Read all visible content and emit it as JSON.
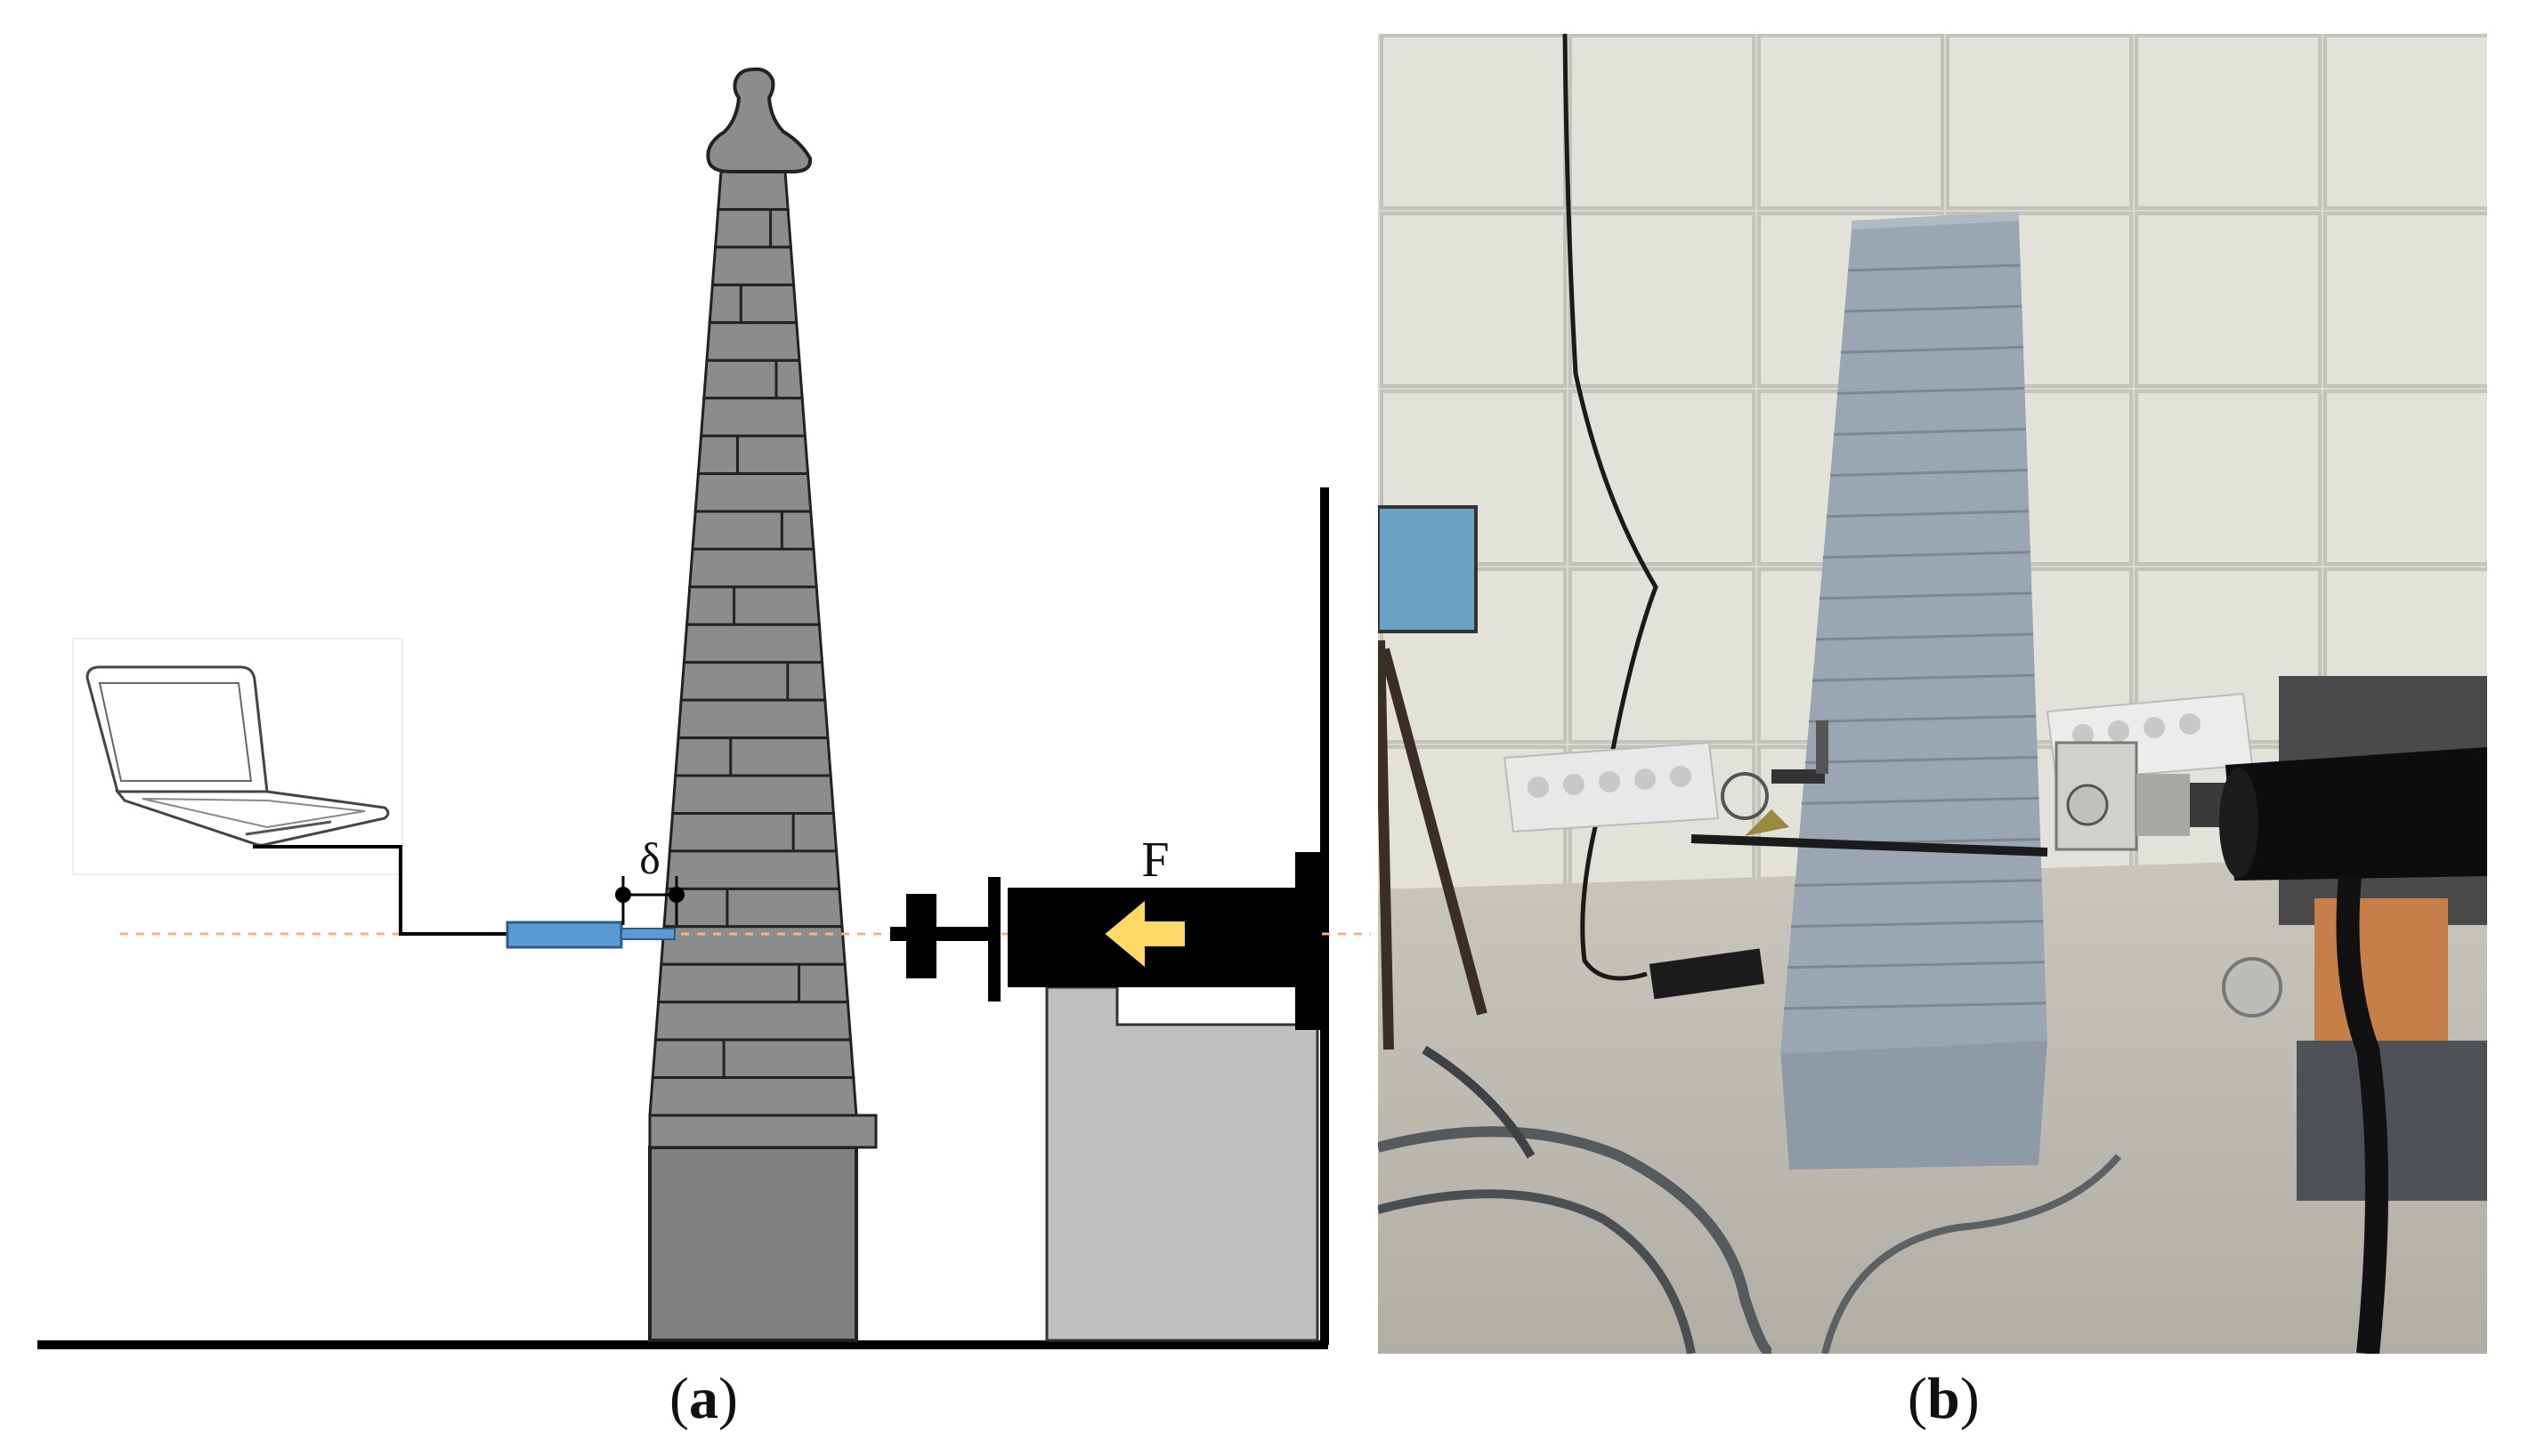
{
  "panel_a": {
    "caption_open": "(",
    "caption_letter": "a",
    "caption_close": ")",
    "displacement_symbol": "δ",
    "force_symbol": "F",
    "colors": {
      "brick_fill": "#8c8c8c",
      "brick_stroke": "#222222",
      "base_fill": "#808080",
      "sensor_blue": "#5b9bd5",
      "force_arrow": "#ffd966",
      "axis_dash": "#f4b183",
      "actuator": "#000000",
      "support_block": "#c0c0c0"
    },
    "icons": [
      "laptop-icon",
      "displacement-sensor-icon",
      "hydraulic-actuator-icon",
      "force-arrow-icon"
    ]
  },
  "panel_b": {
    "caption_open": "(",
    "caption_letter": "b",
    "caption_close": ")",
    "description_icon": "photo-icon"
  }
}
